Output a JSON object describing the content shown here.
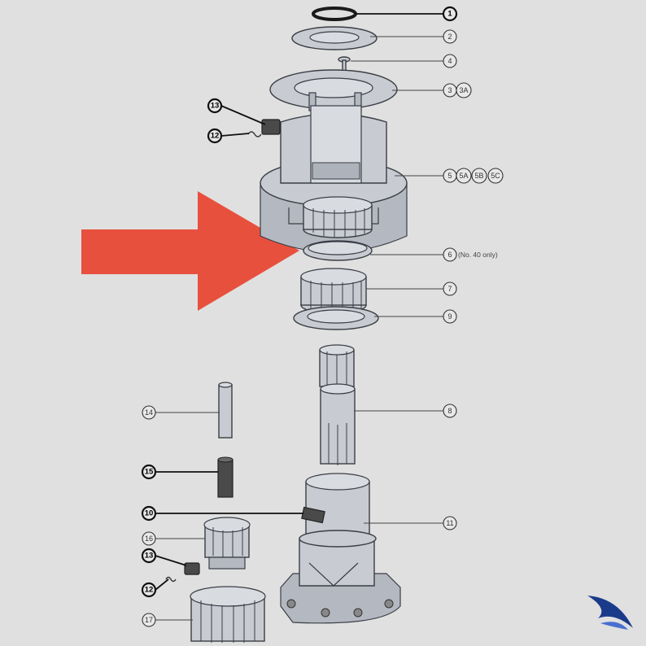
{
  "callouts": [
    {
      "label": "1",
      "bold": true
    },
    {
      "label": "2",
      "bold": false
    },
    {
      "label": "4",
      "bold": false
    },
    {
      "label": "3",
      "bold": false
    },
    {
      "label": "3A",
      "bold": false
    },
    {
      "label": "5",
      "bold": false
    },
    {
      "label": "5A",
      "bold": false
    },
    {
      "label": "5B",
      "bold": false
    },
    {
      "label": "5C",
      "bold": false
    },
    {
      "label": "6",
      "bold": false
    },
    {
      "label": "7",
      "bold": false
    },
    {
      "label": "9",
      "bold": false
    },
    {
      "label": "8",
      "bold": false
    },
    {
      "label": "11",
      "bold": false
    },
    {
      "label": "13",
      "bold": true
    },
    {
      "label": "12",
      "bold": true
    },
    {
      "label": "14",
      "bold": false
    },
    {
      "label": "15",
      "bold": true
    },
    {
      "label": "10",
      "bold": true
    },
    {
      "label": "16",
      "bold": false
    },
    {
      "label": "13",
      "bold": true
    },
    {
      "label": "12",
      "bold": true
    },
    {
      "label": "17",
      "bold": false
    }
  ],
  "notes": {
    "part6": "(No. 40 only)"
  },
  "colors": {
    "arrow": "#e8503e",
    "background": "#e0e0e0",
    "logo": "#1a3a8a"
  }
}
